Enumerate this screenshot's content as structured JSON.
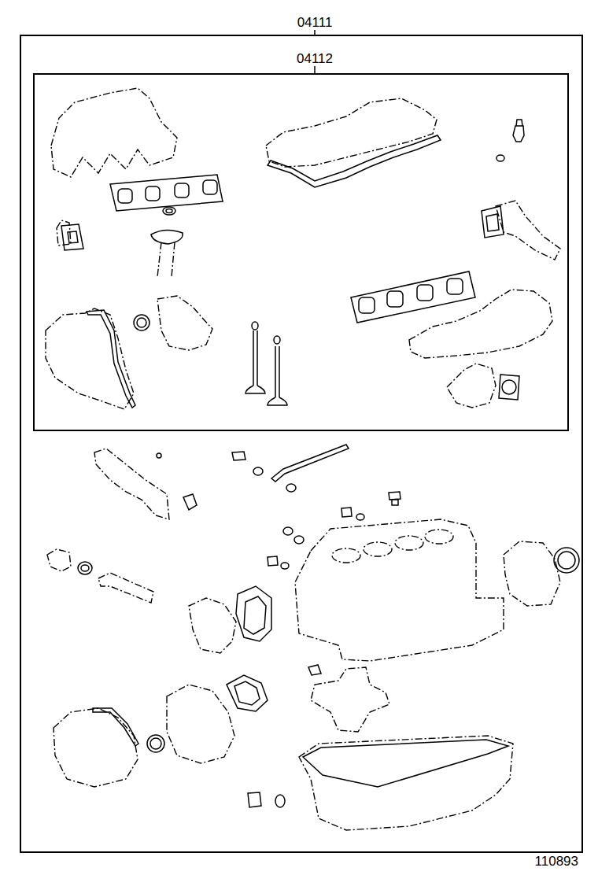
{
  "diagram": {
    "nodes": [
      {
        "text": [
          "04111"
        ]
      },
      {
        "text": [
          "04112"
        ],
        "in": 0
      }
    ],
    "labels": [
      "110893"
    ]
  }
}
